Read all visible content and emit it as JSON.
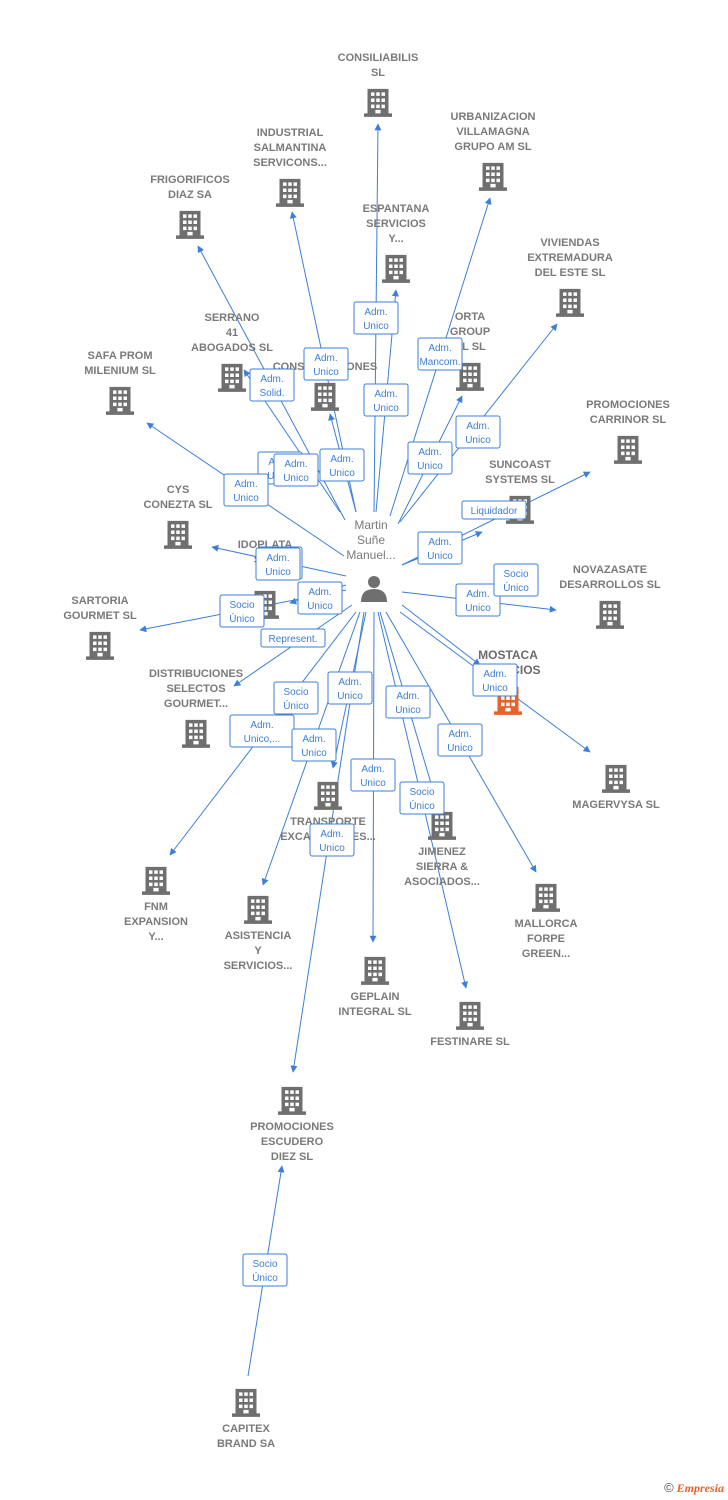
{
  "person": {
    "lines": [
      "Martin",
      "Suñe",
      "Manuel..."
    ]
  },
  "colors": {
    "edge": "#3d7fd6",
    "building": "#6f6f6f",
    "focus": "#e8622a"
  },
  "nodes": [
    {
      "id": "consiliabilis",
      "lines": [
        "CONSILIABILIS",
        "SL"
      ]
    },
    {
      "id": "urbanizacion",
      "lines": [
        "URBANIZACION",
        "VILLAMAGNA",
        "GRUPO AM SL"
      ]
    },
    {
      "id": "industrial",
      "lines": [
        "INDUSTRIAL",
        "SALMANTINA",
        "SERVICONS..."
      ]
    },
    {
      "id": "frigorificos",
      "lines": [
        "FRIGORIFICOS",
        "DIAZ SA"
      ]
    },
    {
      "id": "espantana",
      "lines": [
        "ESPANTANA",
        "SERVICIOS",
        "Y..."
      ]
    },
    {
      "id": "viviendas",
      "lines": [
        "VIVIENDAS",
        "EXTREMADURA",
        "DEL ESTE SL"
      ]
    },
    {
      "id": "serrano",
      "lines": [
        "SERRANO",
        "41",
        "ABOGADOS  SL"
      ]
    },
    {
      "id": "obras",
      "lines": [
        "OBRAS",
        "CONSTRUCCIONES"
      ]
    },
    {
      "id": "porta",
      "lines": [
        "ORTA",
        "GROUP",
        "AL  SL"
      ]
    },
    {
      "id": "safa",
      "lines": [
        "SAFA PROM",
        "MILENIUM SL"
      ]
    },
    {
      "id": "carrinor",
      "lines": [
        "PROMOCIONES",
        "CARRINOR SL"
      ]
    },
    {
      "id": "suncoast",
      "lines": [
        "SUNCOAST",
        "SYSTEMS  SL"
      ]
    },
    {
      "id": "cys",
      "lines": [
        "CYS",
        "CONEZTA SL"
      ]
    },
    {
      "id": "idoplata",
      "lines": [
        "IDOPLATA",
        "SER",
        "Y"
      ]
    },
    {
      "id": "novazasate",
      "lines": [
        "NOVAZASATE",
        "DESARROLLOS SL"
      ]
    },
    {
      "id": "sartoria",
      "lines": [
        "SARTORIA",
        "GOURMET  SL"
      ]
    },
    {
      "id": "mostaca",
      "lines": [
        "MOSTACA",
        "SERVICIOS"
      ]
    },
    {
      "id": "distribuciones",
      "lines": [
        "DISTRIBUCIONES",
        "SELECTOS",
        "GOURMET..."
      ]
    },
    {
      "id": "magervysa",
      "lines": [
        "MAGERVYSA SL"
      ]
    },
    {
      "id": "transporte",
      "lines": [
        "TRANSPORTE",
        "EXCAVACIONES..."
      ]
    },
    {
      "id": "jimenez",
      "lines": [
        "JIMENEZ",
        "SIERRA &",
        "ASOCIADOS..."
      ]
    },
    {
      "id": "fnm",
      "lines": [
        "FNM",
        "EXPANSION",
        "Y..."
      ]
    },
    {
      "id": "mallorca",
      "lines": [
        "MALLORCA",
        "FORPE",
        "GREEN..."
      ]
    },
    {
      "id": "asistencia",
      "lines": [
        "ASISTENCIA",
        "Y",
        "SERVICIOS..."
      ]
    },
    {
      "id": "geplain",
      "lines": [
        "GEPLAIN",
        "INTEGRAL SL"
      ]
    },
    {
      "id": "festinare",
      "lines": [
        "FESTINARE  SL"
      ]
    },
    {
      "id": "escudero",
      "lines": [
        "PROMOCIONES",
        "ESCUDERO",
        "DIEZ  SL"
      ]
    },
    {
      "id": "capitex",
      "lines": [
        "CAPITEX",
        "BRAND SA"
      ]
    }
  ],
  "edges": [
    {
      "to": "consiliabilis",
      "lines": [
        "Adm.",
        "Unico"
      ]
    },
    {
      "to": "espantana",
      "lines": [
        "Adm.",
        "Unico"
      ]
    },
    {
      "to": "urbanizacion",
      "lines": [
        "Adm.",
        "Mancom."
      ]
    },
    {
      "to": "viviendas",
      "lines": [
        "Adm.",
        "Unico"
      ]
    },
    {
      "to": "industrial",
      "lines": [
        "Adm.",
        "Unico"
      ]
    },
    {
      "to": "frigorificos",
      "lines": [
        "Adm.",
        "Unico"
      ]
    },
    {
      "to": "serrano",
      "lines": [
        "Adm.",
        "Solid."
      ]
    },
    {
      "to": "obras",
      "lines": [
        "Adm.",
        "Unico"
      ]
    },
    {
      "to": "porta",
      "lines": [
        "Adm.",
        "Unico"
      ]
    },
    {
      "to": "safa",
      "lines": [
        "Adm.",
        "Unico"
      ]
    },
    {
      "to": "carrinor",
      "lines": [
        "Liquidador"
      ]
    },
    {
      "to": "suncoast",
      "lines": [
        "Adm.",
        "Unico"
      ]
    },
    {
      "to": "cys",
      "lines": [
        "Socio",
        "Único"
      ]
    },
    {
      "to": "idoplata",
      "lines": [
        "Adm.",
        "Unico"
      ]
    },
    {
      "to": "sartoria",
      "lines": [
        "Socio",
        "Único"
      ]
    },
    {
      "to": "novazasate",
      "lines": [
        "Adm.",
        "Unico"
      ]
    },
    {
      "to": "mostaca",
      "lines": [
        "Socio",
        "Único"
      ]
    },
    {
      "to": "distribuciones",
      "lines": [
        "Represent."
      ]
    },
    {
      "to": "magervysa",
      "lines": [
        "Adm.",
        "Unico"
      ]
    },
    {
      "to": "transporte",
      "lines": [
        "Adm.",
        "Unico"
      ]
    },
    {
      "to": "fnm",
      "lines": [
        "Adm.",
        "Unico,..."
      ]
    },
    {
      "to": "asistencia",
      "lines": [
        "Socio",
        "Único"
      ]
    },
    {
      "to": "jimenez",
      "lines": [
        "Adm.",
        "Unico"
      ]
    },
    {
      "to": "geplain",
      "lines": [
        "Adm.",
        "Unico"
      ]
    },
    {
      "to": "festinare",
      "lines": [
        "Socio",
        "Único"
      ]
    },
    {
      "to": "mallorca",
      "lines": [
        "Adm.",
        "Unico"
      ]
    },
    {
      "to": "escudero",
      "lines": [
        "Adm.",
        "Unico"
      ]
    },
    {
      "to": "escudero_from_capitex",
      "lines": [
        "Socio",
        "Único"
      ]
    }
  ],
  "footer": {
    "copyright": "©",
    "brand": "Empresia"
  }
}
